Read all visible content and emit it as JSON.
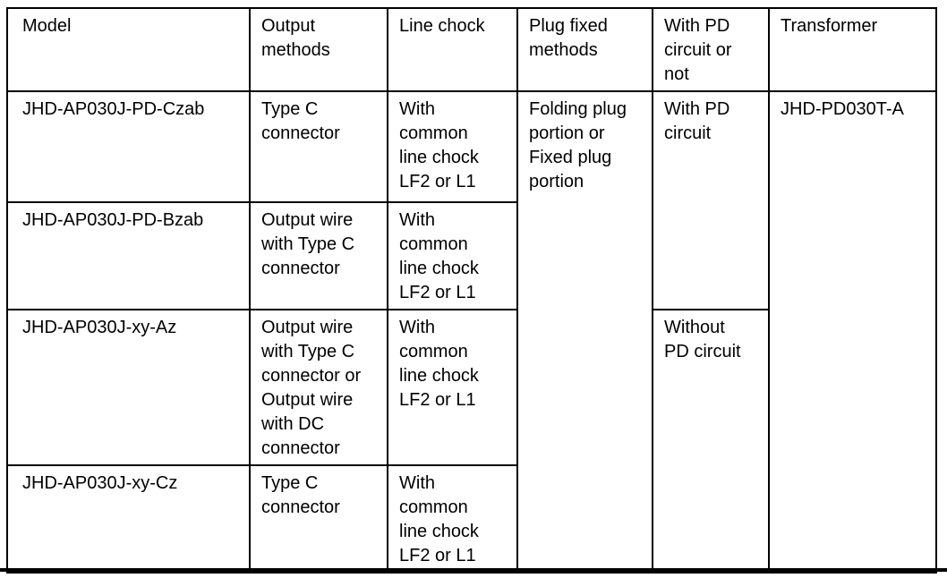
{
  "colors": {
    "border": "#000000",
    "text": "#000000",
    "background": "#ffffff"
  },
  "table": {
    "headers": {
      "model": "Model",
      "output_methods": "Output\nmethods",
      "line_chock": "Line chock",
      "plug_fixed_methods": "Plug fixed\nmethods",
      "pd_circuit": "With PD\ncircuit or\nnot",
      "transformer": "Transformer"
    },
    "rows": [
      {
        "model": "JHD-AP030J-PD-Czab",
        "output_methods": "Type C\nconnector",
        "line_chock": "With\ncommon\nline chock\nLF2 or L1",
        "plug_fixed_methods": "Folding plug\nportion or\nFixed plug\nportion",
        "pd_circuit": "With PD\ncircuit",
        "transformer": "JHD-PD030T-A"
      },
      {
        "model": "JHD-AP030J-PD-Bzab",
        "output_methods": "Output wire\nwith Type C\nconnector",
        "line_chock": "With\ncommon\nline chock\nLF2 or L1"
      },
      {
        "model": "JHD-AP030J-xy-Az",
        "output_methods": "Output wire\nwith Type C\nconnector or\nOutput wire\nwith DC\nconnector",
        "line_chock": "With\ncommon\nline chock\nLF2 or L1",
        "pd_circuit": "Without\nPD circuit"
      },
      {
        "model": "JHD-AP030J-xy-Cz",
        "output_methods": "Type C\nconnector",
        "line_chock": "With\ncommon\nline chock\nLF2 or L1"
      }
    ]
  }
}
